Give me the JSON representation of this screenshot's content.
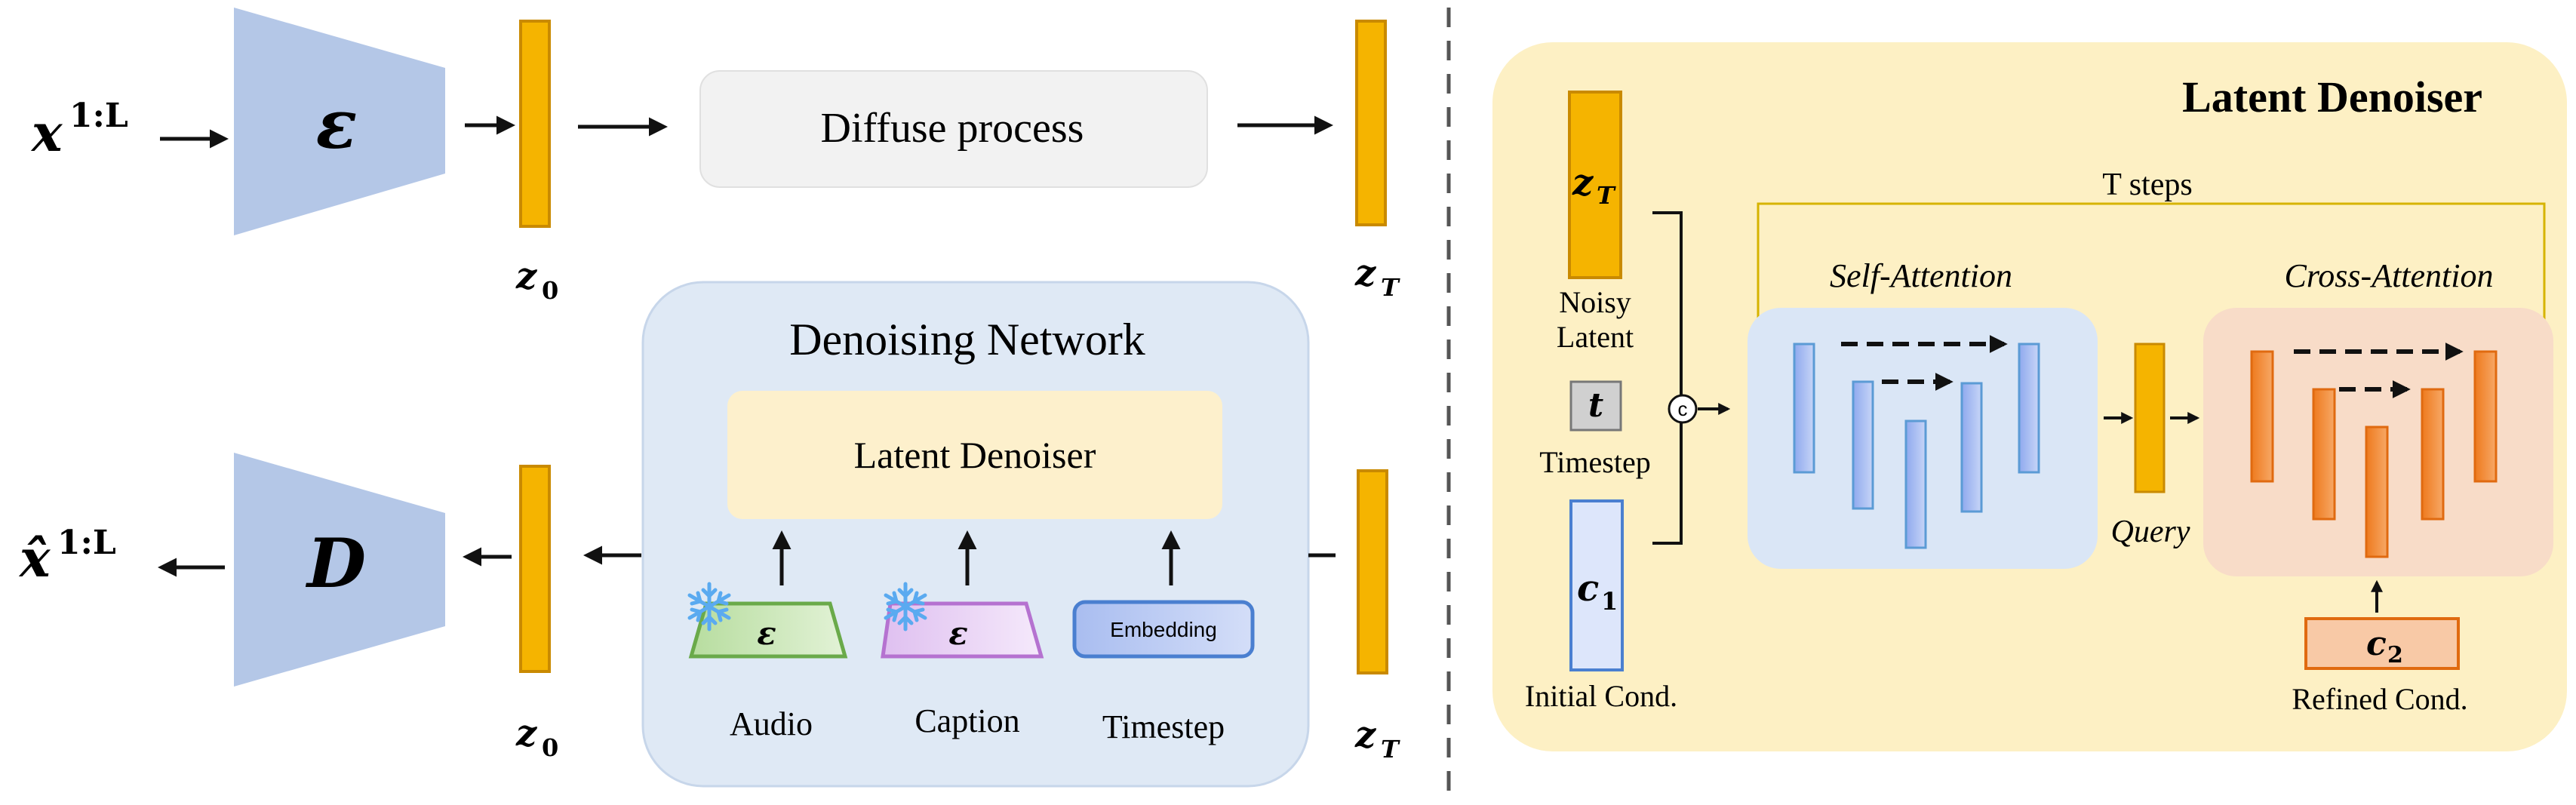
{
  "top_row": {
    "input_base": "x",
    "input_sup": "1:L",
    "encoder_symbol": "ε",
    "latent_left_base": "z",
    "latent_left_sub": "0",
    "diffuse_label": "Diffuse process",
    "latent_right_base": "z",
    "latent_right_sub": "T"
  },
  "bottom_row": {
    "output_base": "x̂",
    "output_sup": "1:L",
    "decoder_symbol": "D",
    "latent_left_base": "z",
    "latent_left_sub": "0",
    "latent_right_base": "z",
    "latent_right_sub": "T"
  },
  "denoising_network": {
    "title": "Denoising Network",
    "latent_denoiser_label": "Latent Denoiser",
    "audio_symbol": "ε",
    "audio_label": "Audio",
    "caption_symbol": "ε",
    "caption_label": "Caption",
    "embedding_label": "Embedding",
    "timestep_label": "Timestep",
    "frozen_icon": "snowflake-icon"
  },
  "latent_denoiser_panel": {
    "title": "Latent Denoiser",
    "t_steps_label": "T steps",
    "zt_base": "z",
    "zt_sub": "T",
    "noisy_latent_line1": "Noisy",
    "noisy_latent_line2": "Latent",
    "t_symbol": "t",
    "timestep_label": "Timestep",
    "c1_base": "c",
    "c1_sub": "1",
    "initial_cond_label": "Initial Cond.",
    "concat_symbol": "c",
    "self_attention_label": "Self-Attention",
    "query_label": "Query",
    "cross_attention_label": "Cross-Attention",
    "c2_base": "c",
    "c2_sub": "2",
    "refined_cond_label": "Refined Cond."
  },
  "colors": {
    "latent_bar": "#f5b400",
    "latent_bar_stroke": "#c98a00",
    "encoder_fill": "#b4c7e7",
    "diffuse_box": "#f2f2f2",
    "network_box": "#dfe9f5",
    "denoiser_box": "#fdf0cc",
    "panel_bg": "#fdf0c4",
    "self_attn_box": "#dae6f6",
    "self_attn_bar": "#b6c8f3",
    "self_attn_bar_stroke": "#5b9bd5",
    "cross_attn_box": "#f8dcc8",
    "cross_attn_bar": "#f2923e",
    "audio_fill": "#c9e6b8",
    "audio_stroke": "#6aaa4a",
    "caption_fill": "#ebd6f5",
    "caption_stroke": "#b572d0",
    "embedding_fill": "#b6c8f3",
    "embedding_stroke": "#4a7fd0",
    "snowflake": "#5aaaf0"
  }
}
